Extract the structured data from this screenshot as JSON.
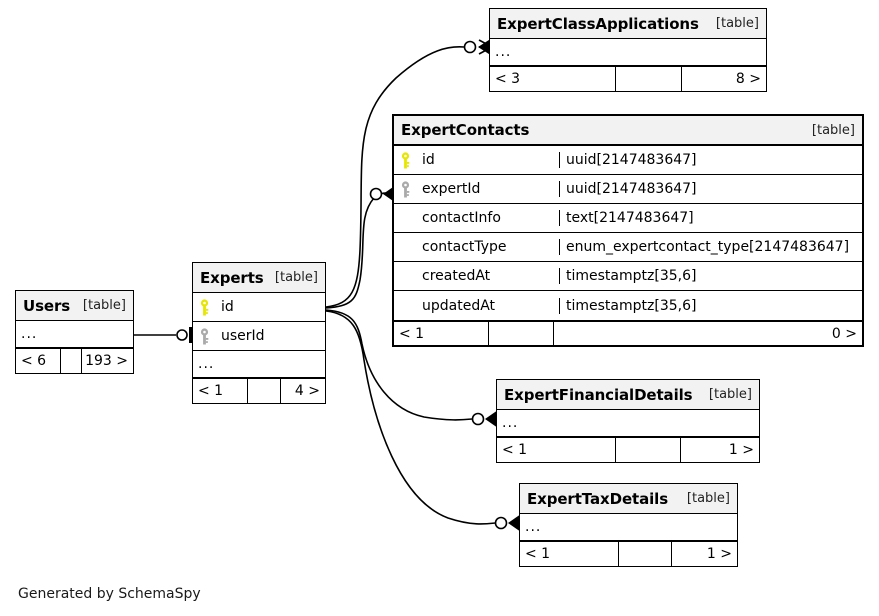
{
  "diagram": {
    "generator_credit": "Generated by SchemaSpy",
    "table_kind_label": "[table]",
    "ellipsis": "...",
    "colors": {
      "primary_key_icon": "#e6e600",
      "foreign_key_icon": "#aaaaaa",
      "header_band": "#f2f2f2",
      "border": "#000000",
      "background": "#ffffff"
    }
  },
  "tables": {
    "expert_class_applications": {
      "name": "ExpertClassApplications",
      "kind": "[table]",
      "rows": [
        {
          "label": "..."
        }
      ],
      "footer": {
        "left": "< 3",
        "middle": "",
        "right": "8 >"
      }
    },
    "expert_contacts": {
      "name": "ExpertContacts",
      "kind": "[table]",
      "highlighted": true,
      "columns": [
        {
          "key": "primary",
          "name": "id",
          "type": "uuid[2147483647]"
        },
        {
          "key": "foreign",
          "name": "expertId",
          "type": "uuid[2147483647]"
        },
        {
          "key": "none",
          "name": "contactInfo",
          "type": "text[2147483647]"
        },
        {
          "key": "none",
          "name": "contactType",
          "type": "enum_expertcontact_type[2147483647]"
        },
        {
          "key": "none",
          "name": "createdAt",
          "type": "timestamptz[35,6]"
        },
        {
          "key": "none",
          "name": "updatedAt",
          "type": "timestamptz[35,6]"
        }
      ],
      "footer": {
        "left": "< 1",
        "middle": "",
        "right": "0 >"
      }
    },
    "experts": {
      "name": "Experts",
      "kind": "[table]",
      "columns": [
        {
          "key": "primary",
          "name": "id"
        },
        {
          "key": "foreign",
          "name": "userId"
        }
      ],
      "rows": [
        {
          "label": "..."
        }
      ],
      "footer": {
        "left": "< 1",
        "middle": "",
        "right": "4 >"
      }
    },
    "users": {
      "name": "Users",
      "kind": "[table]",
      "rows": [
        {
          "label": "..."
        }
      ],
      "footer": {
        "left": "< 6",
        "middle": "",
        "right": "193 >"
      }
    },
    "expert_financial_details": {
      "name": "ExpertFinancialDetails",
      "kind": "[table]",
      "rows": [
        {
          "label": "..."
        }
      ],
      "footer": {
        "left": "< 1",
        "middle": "",
        "right": "1 >"
      }
    },
    "expert_tax_details": {
      "name": "ExpertTaxDetails",
      "kind": "[table]",
      "rows": [
        {
          "label": "..."
        }
      ],
      "footer": {
        "left": "< 1",
        "middle": "",
        "right": "1 >"
      }
    }
  },
  "relationships": [
    {
      "from": "Users",
      "to": "Experts",
      "from_cardinality": "zero-or-one",
      "to_cardinality": "one"
    },
    {
      "from": "Experts",
      "to": "ExpertClassApplications",
      "from_cardinality": "zero-or-one",
      "to_cardinality": "many"
    },
    {
      "from": "Experts",
      "to": "ExpertContacts",
      "from_cardinality": "zero-or-one",
      "to_cardinality": "many"
    },
    {
      "from": "Experts",
      "to": "ExpertFinancialDetails",
      "from_cardinality": "zero-or-one",
      "to_cardinality": "many"
    },
    {
      "from": "Experts",
      "to": "ExpertTaxDetails",
      "from_cardinality": "zero-or-one",
      "to_cardinality": "many"
    }
  ]
}
